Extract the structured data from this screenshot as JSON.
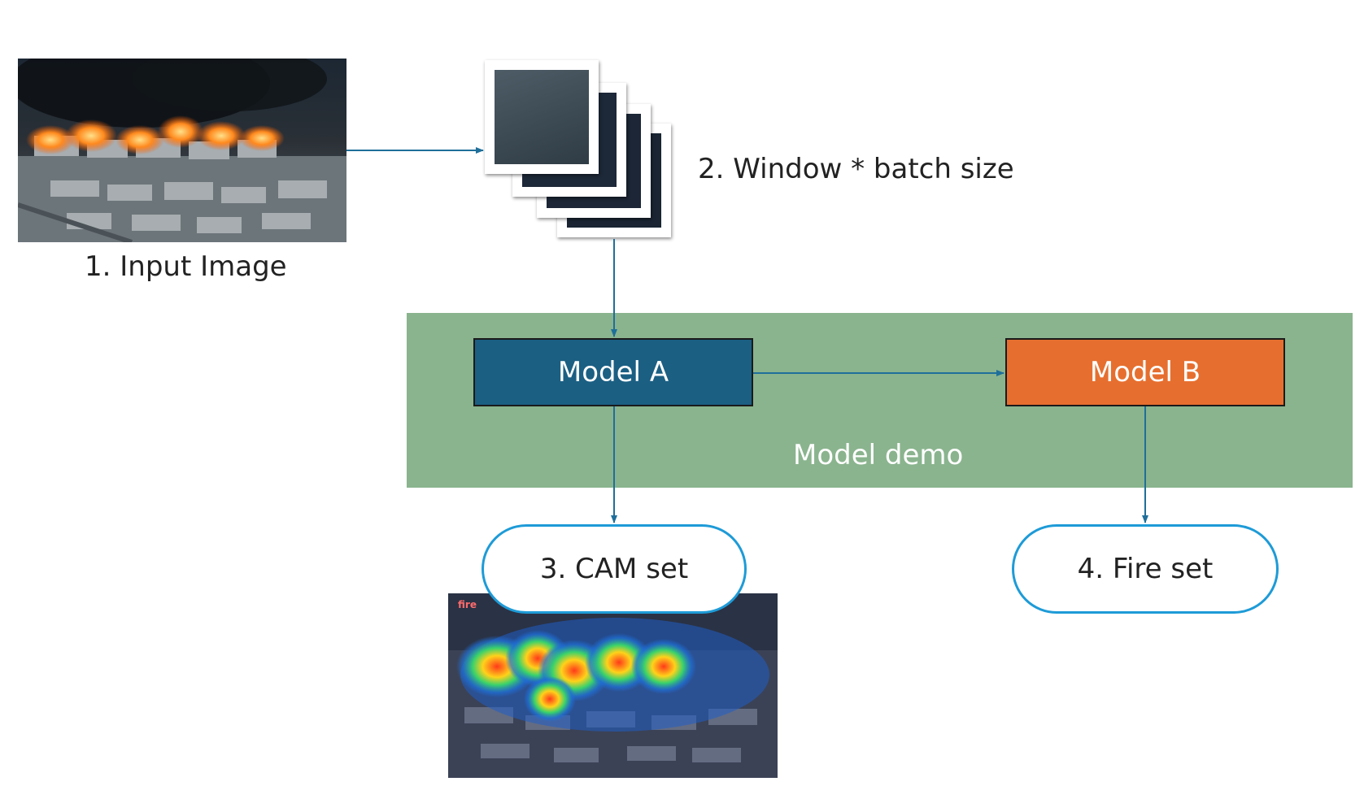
{
  "steps": {
    "input_image_label": "1. Input Image",
    "window_label": "2. Window * batch size",
    "cam_label": "3. CAM set",
    "fire_label": "4. Fire set"
  },
  "models": {
    "model_a": "Model A",
    "model_b": "Model B",
    "demo_label": "Model demo"
  },
  "cam_image": {
    "tag": "fire"
  },
  "colors": {
    "model_a": "#1b5f83",
    "model_b": "#e66f2f",
    "demo_band": "#8ab48e",
    "arrow": "#1f6f9a",
    "pill_border": "#1e9bd7"
  }
}
